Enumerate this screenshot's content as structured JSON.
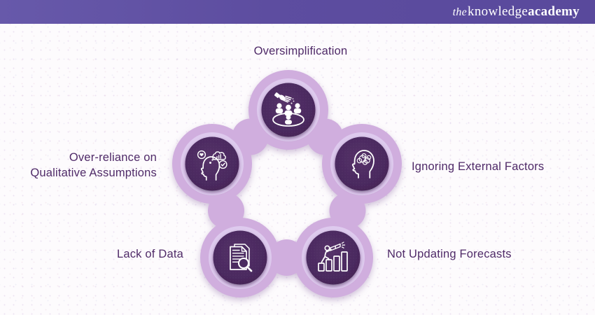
{
  "header": {
    "logo_the": "the",
    "logo_knowledge": "knowledge",
    "logo_academy": "academy"
  },
  "diagram": {
    "description": "Five limitations arranged around a flower-shaped ring",
    "items": [
      {
        "id": "oversimplification",
        "label": "Oversimplification",
        "icon": "hand-over-team-icon",
        "position": "top"
      },
      {
        "id": "ignoring-external-factors",
        "label": "Ignoring External Factors",
        "icon": "tangled-thoughts-head-icon",
        "position": "right"
      },
      {
        "id": "not-updating-forecasts",
        "label": "Not Updating Forecasts",
        "icon": "person-telescope-chart-icon",
        "position": "bottom-right"
      },
      {
        "id": "lack-of-data",
        "label": "Lack of Data",
        "icon": "document-magnifier-icon",
        "position": "bottom-left"
      },
      {
        "id": "over-reliance-on-qualitative-assumptions",
        "label": "Over-reliance on Qualitative Assumptions",
        "label_line1": "Over-reliance on",
        "label_line2": "Qualitative Assumptions",
        "icon": "head-qualitative-thoughts-icon",
        "position": "left"
      }
    ],
    "colors": {
      "header_purple": "#5d4da0",
      "petal_lavender": "#d0aede",
      "halo_lavender": "#decaee",
      "node_purple": "#4b2a60",
      "label_purple": "#4f2a68",
      "icon_white": "#ffffff"
    }
  }
}
